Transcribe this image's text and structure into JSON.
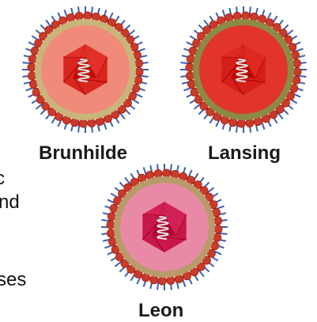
{
  "viruses": [
    {
      "name": "Brunhilde",
      "color_outer": "#f08a7a",
      "color_ring": "#c9b47a",
      "color_core": "#d8261f"
    },
    {
      "name": "Lansing",
      "color_outer": "#e0342c",
      "color_ring": "#8c8a45",
      "color_core": "#d41f1a"
    },
    {
      "name": "Leon",
      "color_outer": "#e88aa6",
      "color_ring": "#b99a6a",
      "color_core": "#c8184a"
    }
  ],
  "partial_text": [
    "c",
    "nd",
    "ses"
  ],
  "colors": {
    "spike_blue": "#3a5fb0",
    "spike_red": "#c83a2a"
  }
}
